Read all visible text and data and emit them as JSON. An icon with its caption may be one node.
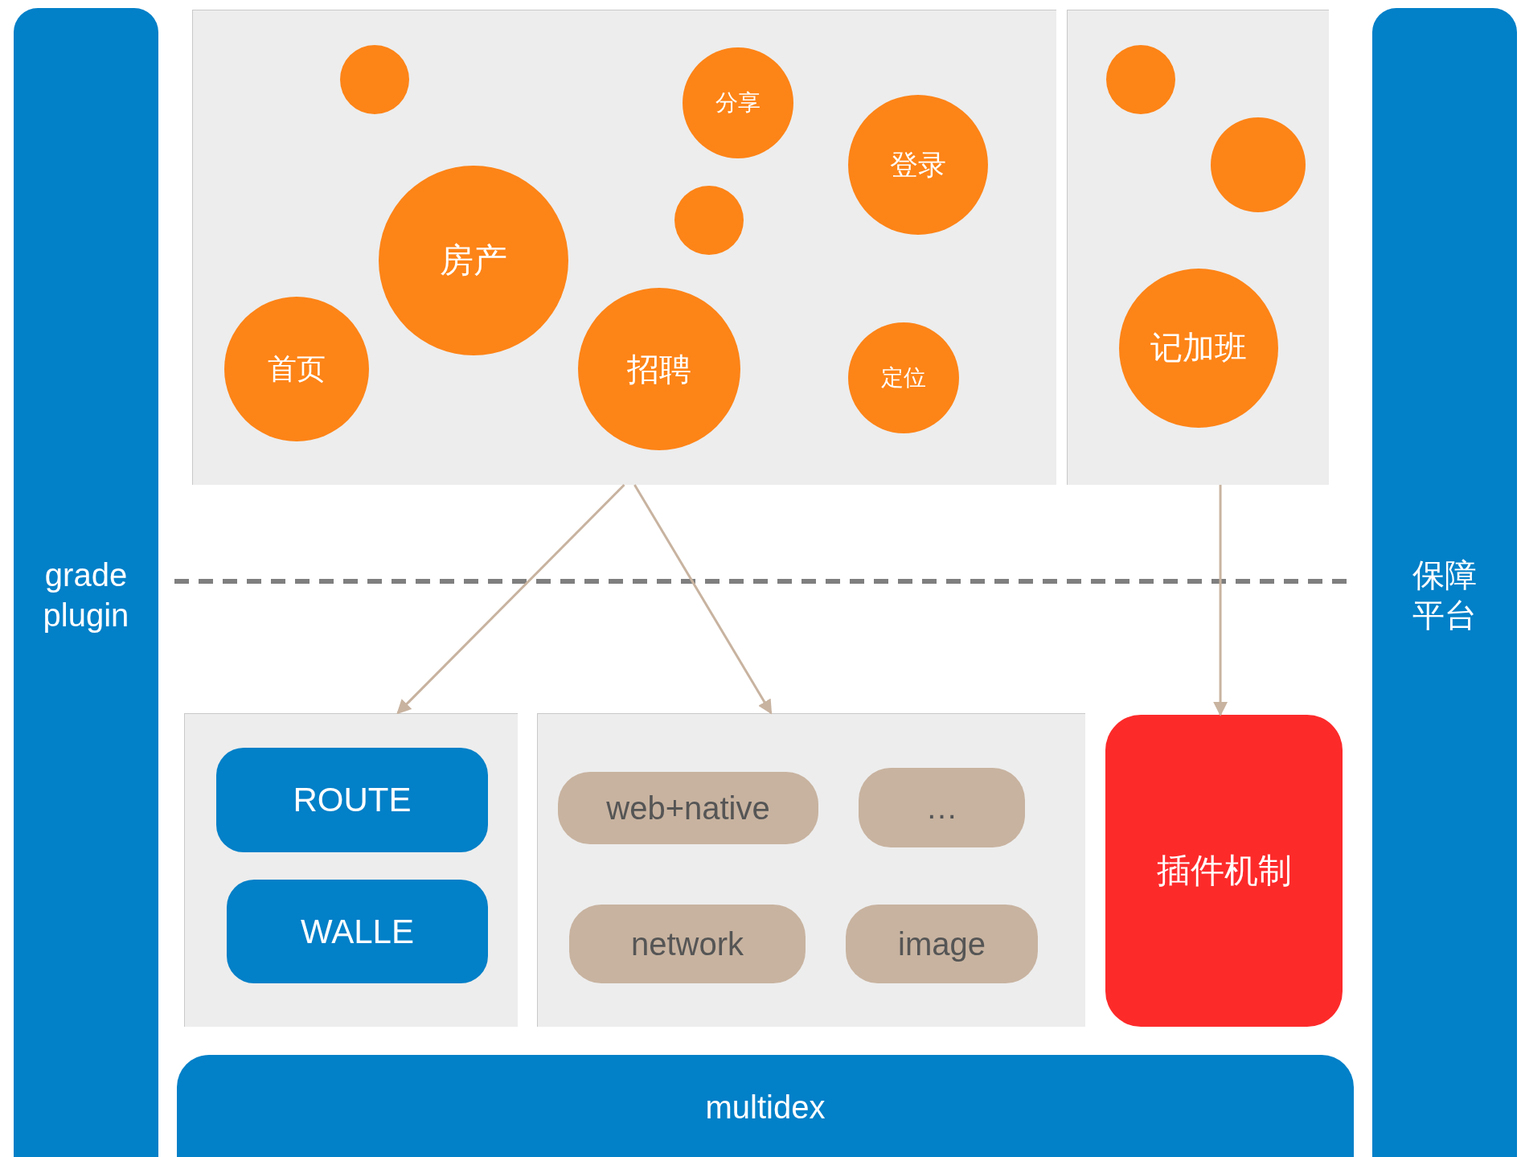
{
  "diagram": {
    "nodes": [
      {
        "text": [
          "grade plugin"
        ]
      },
      {
        "text": [],
        "shape": "box"
      },
      {
        "text": [],
        "shape": "circle",
        "in": 1
      },
      {
        "text": [
          "分享"
        ],
        "in": 1
      },
      {
        "text": [
          "登录"
        ],
        "in": 1
      },
      {
        "text": [
          "房产"
        ],
        "in": 1
      },
      {
        "text": [],
        "shape": "circle",
        "in": 1
      },
      {
        "text": [
          "首页"
        ],
        "in": 1
      },
      {
        "text": [
          "招聘"
        ],
        "in": 1
      },
      {
        "text": [
          "定位"
        ],
        "in": 1
      },
      {
        "text": [],
        "shape": "box"
      },
      {
        "text": [],
        "shape": "circle",
        "in": 10
      },
      {
        "text": [],
        "shape": "circle",
        "in": 10
      },
      {
        "text": [
          "记加班"
        ],
        "in": 10
      },
      {
        "text": [
          "保障平台"
        ]
      },
      {
        "text": [],
        "shape": "box"
      },
      {
        "text": [
          "ROUTE"
        ],
        "in": 15
      },
      {
        "text": [
          "WALLE"
        ],
        "in": 15
      },
      {
        "text": [],
        "shape": "box"
      },
      {
        "text": [
          "web+native"
        ],
        "in": 18
      },
      {
        "text": [
          "…"
        ],
        "in": 18
      },
      {
        "text": [
          "network"
        ],
        "in": 18
      },
      {
        "text": [
          "image"
        ],
        "in": 18
      },
      {
        "text": [
          "插件机制"
        ]
      },
      {
        "text": [
          "multidex"
        ]
      }
    ],
    "edges": [
      {
        "from": 1,
        "to": 15,
        "arrow": "to",
        "color": "#c8b3a0"
      },
      {
        "from": 1,
        "to": 18,
        "arrow": "to",
        "color": "#c8b3a0"
      },
      {
        "from": 10,
        "to": 23,
        "arrow": "to",
        "color": "#c8b3a0"
      }
    ]
  }
}
